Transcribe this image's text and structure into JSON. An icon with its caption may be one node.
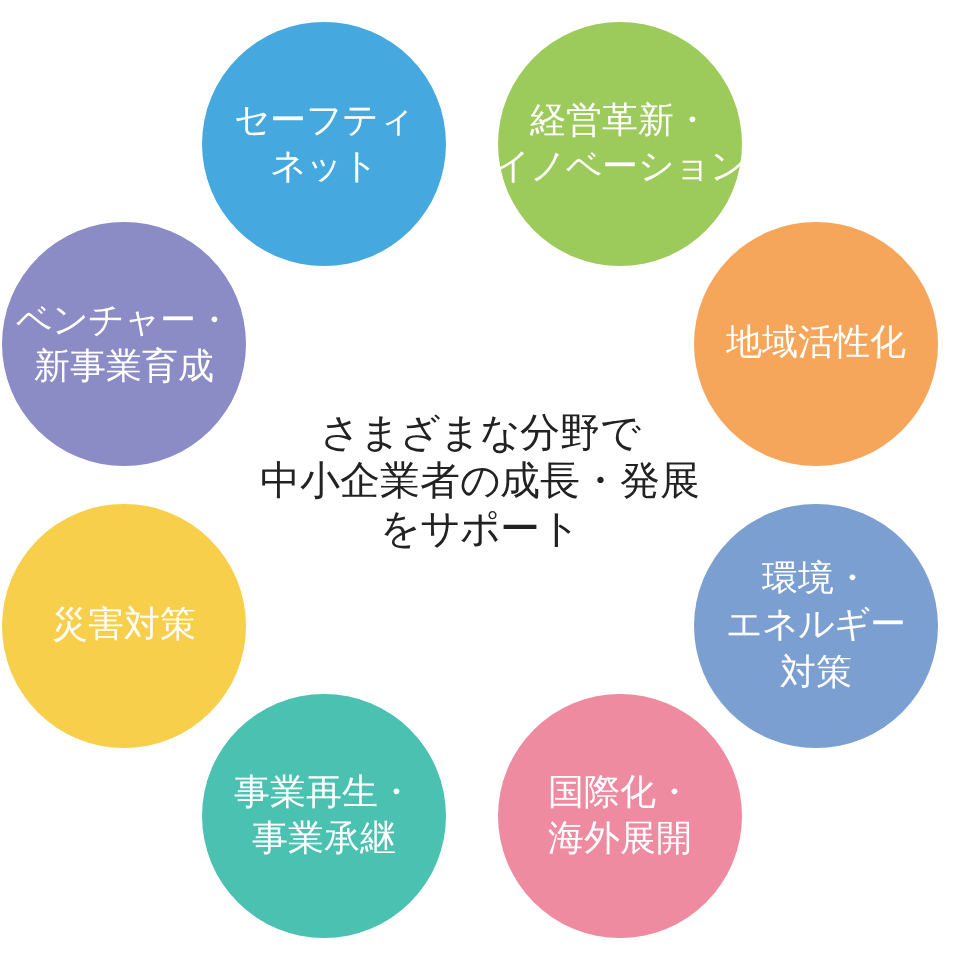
{
  "diagram": {
    "nodes": [
      {
        "text": [
          "セーフティネット"
        ]
      },
      {
        "text": [
          "経営革新・イノベーション"
        ]
      },
      {
        "text": [
          "地域活性化"
        ]
      },
      {
        "text": [
          "環境・エネルギー対策"
        ]
      },
      {
        "text": [
          "国際化・海外展開"
        ]
      },
      {
        "text": [
          "事業再生・事業承継"
        ]
      },
      {
        "text": [
          "災害対策"
        ]
      },
      {
        "text": [
          "ベンチャー・新事業育成"
        ]
      }
    ],
    "labels": [
      "さまざまな分野で中小企業者の成長・発展をサポート"
    ]
  }
}
